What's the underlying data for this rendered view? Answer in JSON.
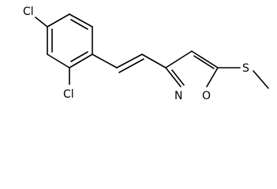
{
  "molecule": {
    "atoms": {
      "cl_top": "Cl",
      "cl_bottom": "Cl",
      "nitrogen": "N",
      "oxygen": "O",
      "sulfur": "S"
    }
  },
  "colors": {
    "bond": "#000000",
    "label": "#000000",
    "background": "#ffffff"
  }
}
